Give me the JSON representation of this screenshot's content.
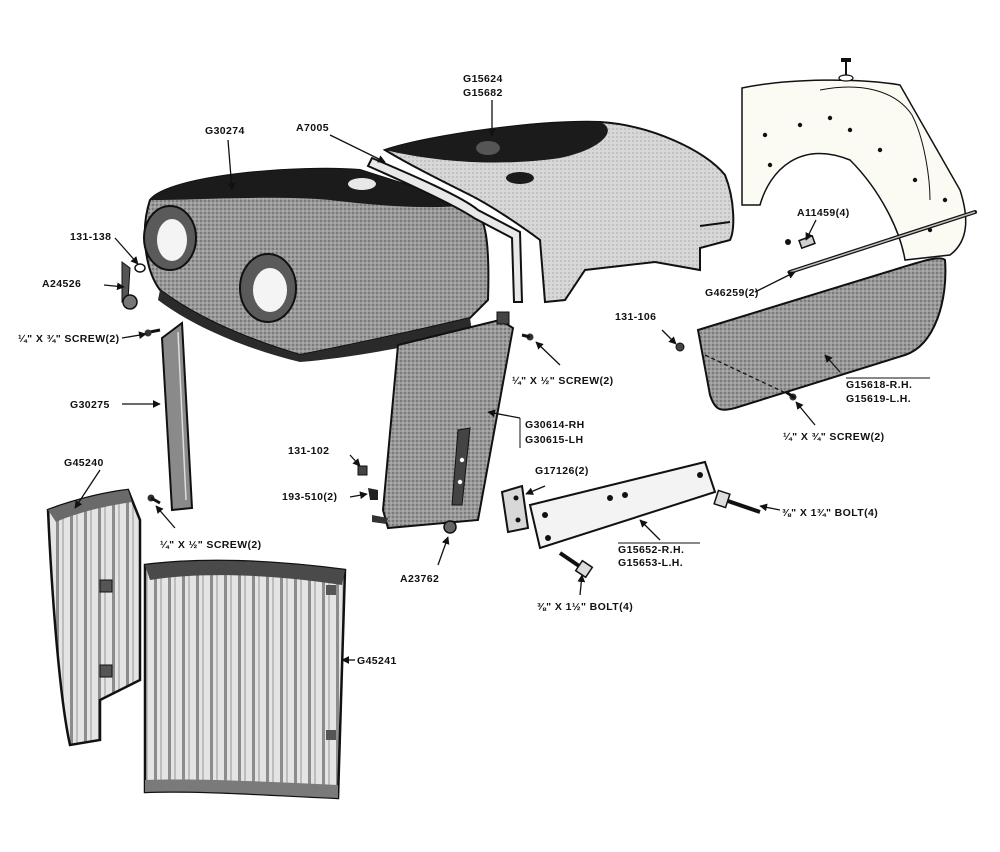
{
  "colors": {
    "ink": "#111111",
    "paper": "#ffffff",
    "shade_dark": "#1b1b1b",
    "shade_mid": "#6d6d6d",
    "shade_light": "#b9b9b9",
    "shade_panel": "#8a8a8a"
  },
  "labels": {
    "g30274": "G30274",
    "a7005": "A7005",
    "g15624": "G15624",
    "g15682": "G15682",
    "a11459": "A11459(4)",
    "g46259": "G46259(2)",
    "p131_138": "131-138",
    "a24526": "A24526",
    "screw_quarter_3_4_left": "¼\" X ¾\" SCREW(2)",
    "g30275": "G30275",
    "g45240": "G45240",
    "screw_quarter_half_bottom": "¼\" X ½\" SCREW(2)",
    "screw_quarter_half_center": "¼\" X ½\" SCREW(2)",
    "g30614_rh": "G30614-RH",
    "g30615_lh": "G30615-LH",
    "p131_102": "131-102",
    "p193_510": "193-510(2)",
    "a23762": "A23762",
    "g17126": "G17126(2)",
    "g15652_rh": "G15652-R.H.",
    "g15653_lh": "G15653-L.H.",
    "bolt_3_8_1_3_4": "⅜\" X 1¾\" BOLT(4)",
    "bolt_3_8_1_1_2": "⅜\" X 1½\" BOLT(4)",
    "g45241": "G45241",
    "p131_106": "131-106",
    "g15618_rh": "G15618-R.H.",
    "g15619_lh": "G15619-L.H.",
    "screw_quarter_3_4_right": "¼\" X ¾\" SCREW(2)"
  }
}
